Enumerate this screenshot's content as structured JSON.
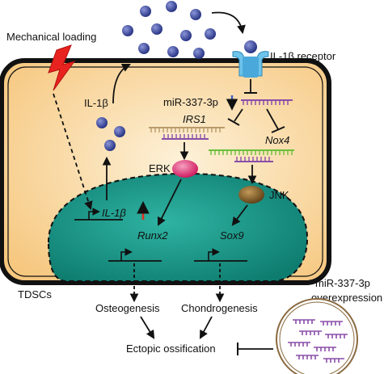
{
  "labels": {
    "mechanical_loading": "Mechanical loading",
    "il1b_receptor": "IL-1β receptor",
    "il1b_ligand": "IL-1β",
    "mir337": "miR-337-3p",
    "irs1": "IRS1",
    "nox4": "Nox4",
    "erk": "ERK",
    "jnk": "JNK",
    "il1b_gene": "IL-1β",
    "runx2": "Runx2",
    "sox9": "Sox9",
    "tdscs": "TDSCs",
    "osteogenesis": "Osteogenesis",
    "chondrogenesis": "Chondrogenesis",
    "ectopic_ossification": "Ectopic ossification",
    "overexpression_line1": "miR-337-3p",
    "overexpression_line2": "overexpression"
  },
  "colors": {
    "cytoplasm": "#fad9a1",
    "nucleus": "#1a9a8a",
    "il1b_dot": "#3b4a9e",
    "receptor": "#6ec3ea",
    "lightning": "#e8231f",
    "erk": "#e0206a",
    "jnk": "#7a5a2a",
    "mirna": "#8a4ea8",
    "mrna_irs1": "#b99a6a",
    "mrna_nox4": "#6cbf3a",
    "up_arrow": "#e03020",
    "down_arrow": "#4060c0"
  },
  "icons": {
    "lightning": "lightning-bolt-icon",
    "receptor": "receptor-icon",
    "up_arrow": "up-arrow-icon",
    "down_arrow": "down-arrow-icon"
  }
}
